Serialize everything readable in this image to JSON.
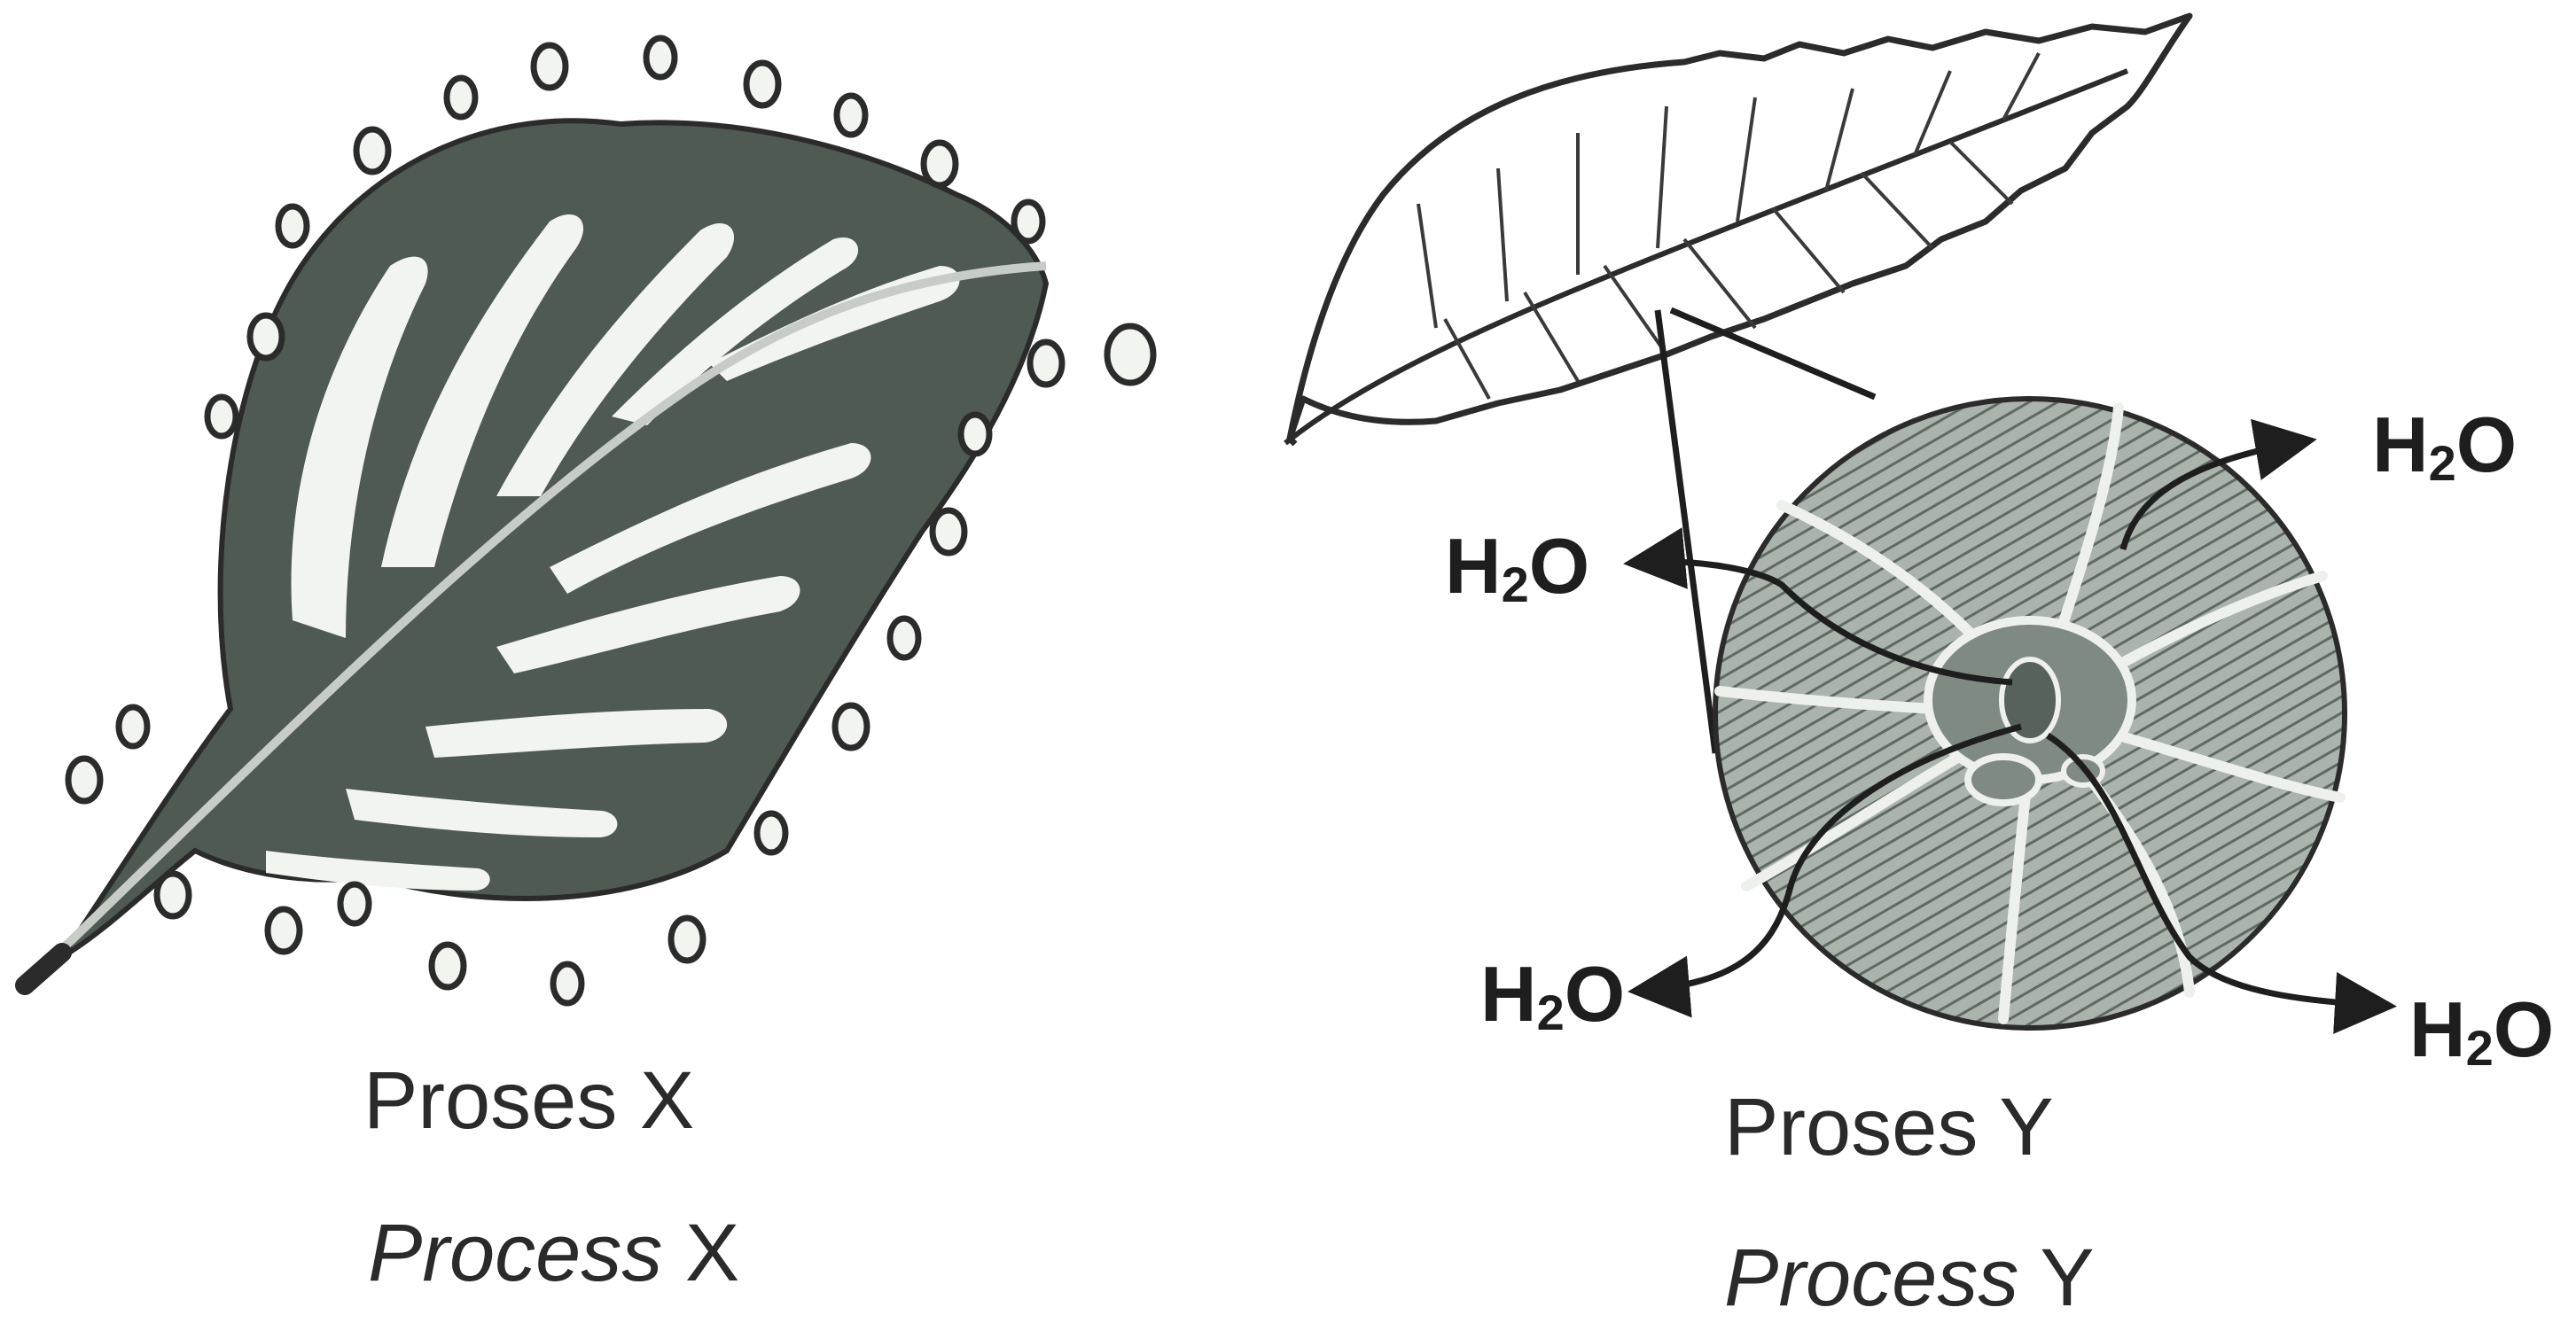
{
  "panel_x": {
    "label_ms": "Proses X",
    "label_en_italic": "Process",
    "label_en_letter": "X"
  },
  "panel_y": {
    "label_ms": "Proses Y",
    "label_en_italic": "Process",
    "label_en_letter": "Y",
    "water_labels": [
      {
        "main": "H",
        "sub": "2",
        "tail": "O"
      },
      {
        "main": "H",
        "sub": "2",
        "tail": "O"
      },
      {
        "main": "H",
        "sub": "2",
        "tail": "O"
      },
      {
        "main": "H",
        "sub": "2",
        "tail": "O"
      }
    ]
  },
  "colors": {
    "leaf_dark": "#4e5a52",
    "leaf_light": "#f2f4ef",
    "outline": "#2b2b2b",
    "stoma_fill": "#8d9890"
  }
}
